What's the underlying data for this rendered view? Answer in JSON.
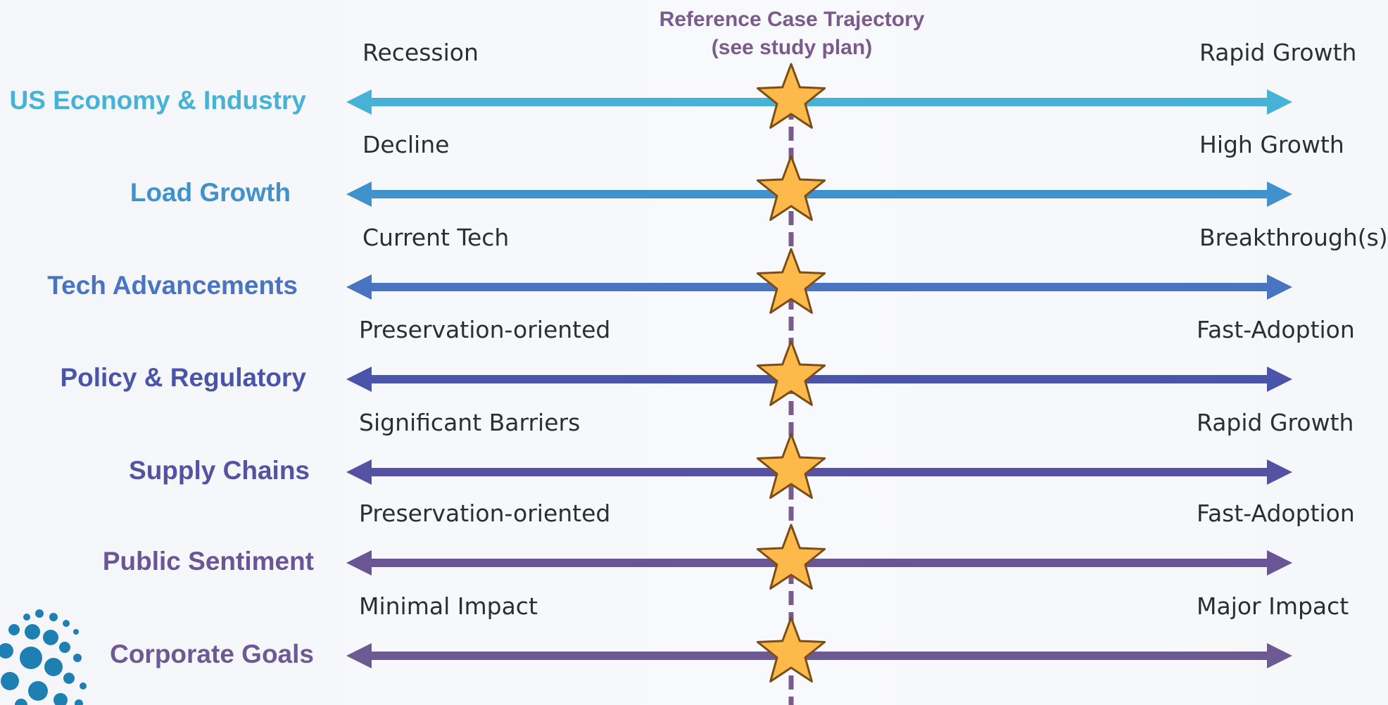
{
  "reference": {
    "title_line1": "Reference Case Trajectory",
    "title_line2": "(see study plan)",
    "color": "#7a5b8b"
  },
  "rows": [
    {
      "label": "US Economy & Industry",
      "left": "Recession",
      "right": "Rapid Growth",
      "color": "#46b2d5"
    },
    {
      "label": "Load Growth",
      "left": "Decline",
      "right": "High Growth",
      "color": "#3f92cc"
    },
    {
      "label": "Tech Advancements",
      "left": "Current Tech",
      "right": "Breakthrough(s)",
      "color": "#4874c2"
    },
    {
      "label": "Policy & Regulatory",
      "left": "Preservation-oriented",
      "right": "Fast-Adoption",
      "color": "#4a55aa"
    },
    {
      "label": "Supply Chains",
      "left": "Significant Barriers",
      "right": "Rapid Growth",
      "color": "#5652a3"
    },
    {
      "label": "Public Sentiment",
      "left": "Preservation-oriented",
      "right": "Fast-Adoption",
      "color": "#6a5597"
    },
    {
      "label": "Corporate Goals",
      "left": "Minimal Impact",
      "right": "Major Impact",
      "color": "#6e5a93"
    }
  ],
  "star": {
    "fill": "#fdb94a",
    "stroke": "#7a4e16"
  },
  "logo": {
    "color": "#1e7fb3"
  }
}
